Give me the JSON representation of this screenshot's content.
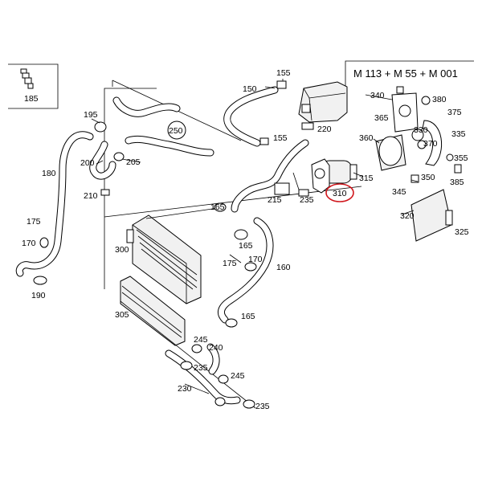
{
  "header": {
    "title": "M 113 + M 55 + M 001"
  },
  "highlight": {
    "part": "310",
    "color": "#d0161c"
  },
  "labels": {
    "l185": "185",
    "l195": "195",
    "l200": "200",
    "l205": "205",
    "l210": "210",
    "l180": "180",
    "l175a": "175",
    "l170a": "170",
    "l190": "190",
    "l250": "250",
    "l150": "150",
    "l155a": "155",
    "l220": "220",
    "l155b": "155",
    "l215": "215",
    "l235a": "235",
    "l310": "310",
    "l315": "315",
    "l165a": "165",
    "l165b": "165",
    "l300": "300",
    "l175b": "175",
    "l170b": "170",
    "l160": "160",
    "l165c": "165",
    "l305": "305",
    "l245a": "245",
    "l240": "240",
    "l235b": "235",
    "l245b": "245",
    "l230": "230",
    "l235c": "235",
    "l340": "340",
    "l380": "380",
    "l375": "375",
    "l365": "365",
    "l330": "330",
    "l335": "335",
    "l360": "360",
    "l370": "370",
    "l355": "355",
    "l350": "350",
    "l385": "385",
    "l345": "345",
    "l320": "320",
    "l325": "325"
  }
}
